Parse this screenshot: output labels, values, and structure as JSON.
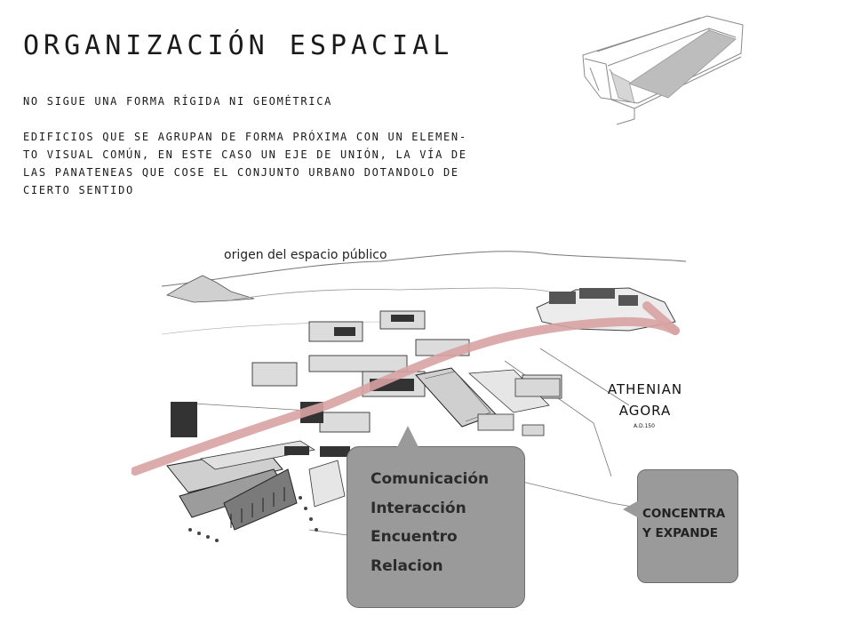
{
  "title": "ORGANIZACIÓN ESPACIAL",
  "paragraph1": "NO SIGUE UNA FORMA RÍGIDA NI GEOMÉTRICA",
  "paragraph2": [
    "EDIFICIOS QUE SE AGRUPAN DE FORMA PRÓXIMA CON UN ELEMEN-",
    "TO VISUAL COMÚN, EN ESTE CASO UN EJE DE UNIÓN, LA VÍA DE",
    "LAS PANATENEAS QUE COSE EL CONJUNTO URBANO DOTANDOLO DE",
    "CIERTO SENTIDO"
  ],
  "illustration": {
    "origin_label": "origen del espacio público",
    "agora_title": [
      "ATHENIAN",
      "AGORA"
    ],
    "agora_date": "A.D.150"
  },
  "callout_main": [
    "Comunicación",
    "Interacción",
    "Encuentro",
    "Relacion"
  ],
  "callout_side": [
    "CONCENTRA",
    "Y EXPANDE"
  ],
  "colors": {
    "axis_path": "#d8a3a3",
    "callout_fill": "#9a9a9a",
    "sketch_shade": "#bdbdbd"
  }
}
